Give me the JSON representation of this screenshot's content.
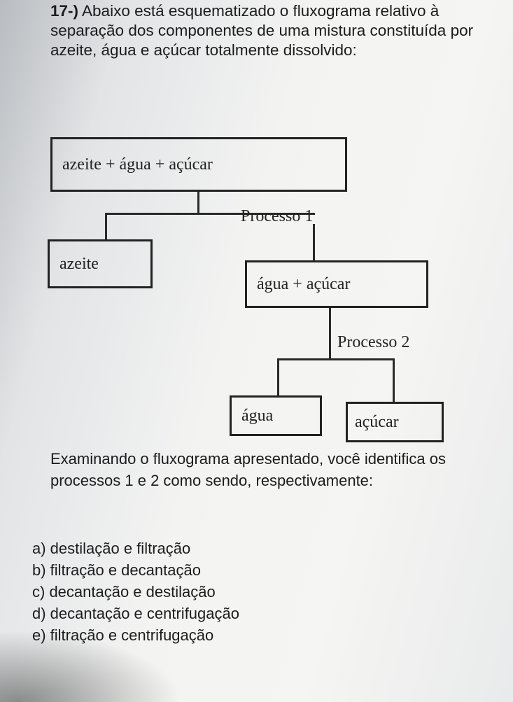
{
  "question": {
    "number": "17-)",
    "text": "Abaixo está esquematizado o fluxograma relativo à separação dos componentes de uma mistura constituída por azeite, água e açúcar totalmente dissolvido:"
  },
  "diagram": {
    "top_box": "azeite + água + açúcar",
    "process1": "Processo 1",
    "left_box": "azeite",
    "right_box": "água + açúcar",
    "process2": "Processo 2",
    "bottom_left_box": "água",
    "bottom_right_box": "açúcar"
  },
  "prompt": "Examinando o fluxograma apresentado, você identifica os processos 1 e 2 como sendo, respectivamente:",
  "options": [
    "a) destilação e filtração",
    "b) filtração e decantação",
    "c) decantação e destilação",
    "d) decantação e centrifugação",
    "e) filtração e centrifugação"
  ]
}
